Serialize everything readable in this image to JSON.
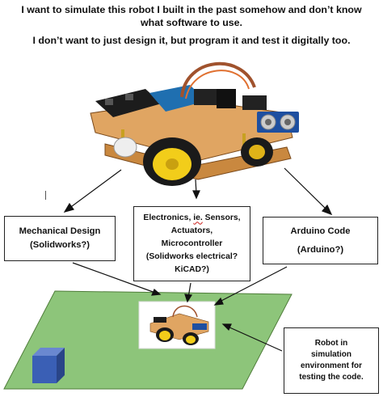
{
  "intro": {
    "line1": "I want to simulate this robot I built in the past somehow and don’t know what software to use.",
    "line2": "I don’t want to just design it, but program it and test it digitally too."
  },
  "boxes": {
    "mechanical": {
      "line1": "Mechanical Design",
      "line2": "(Solidworks?)"
    },
    "electronics": {
      "line1_a": "Electronics, ",
      "line1_b": "ie.",
      "line1_c": " Sensors,",
      "line2": "Actuators,",
      "line3": "Microcontroller",
      "line4": "(Solidworks electrical?",
      "line5": "KiCAD?)"
    },
    "arduino": {
      "line1": "Arduino Code",
      "line2": "(Arduino?)"
    },
    "simulation": {
      "line1": "Robot in",
      "line2": "simulation",
      "line3": "environment for",
      "line4": "testing the code."
    }
  },
  "colors": {
    "ground": "#8dc57a",
    "cube": "#3a5fb5",
    "chassis": "#d79a55",
    "wheel": "#f2cd1a"
  }
}
